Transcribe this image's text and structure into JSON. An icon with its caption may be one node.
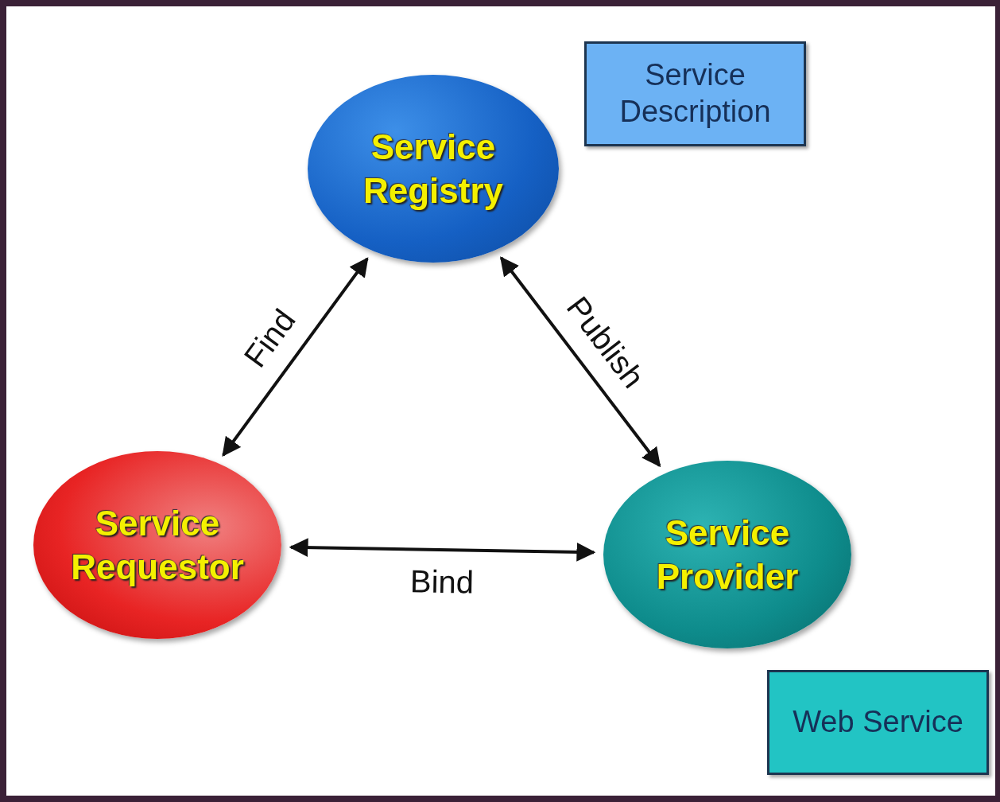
{
  "diagram": {
    "nodes": [
      {
        "text": [
          "Service Registry"
        ]
      },
      {
        "text": [
          "Service Description"
        ]
      },
      {
        "text": [
          "Service Requestor"
        ]
      },
      {
        "text": [
          "Service Provider"
        ]
      },
      {
        "text": [
          "Web Service"
        ]
      }
    ],
    "edges": [
      {
        "from": 2,
        "to": 0,
        "arrow": "both",
        "label": "Find"
      },
      {
        "from": 0,
        "to": 3,
        "arrow": "both",
        "label": "Publish"
      },
      {
        "from": 2,
        "to": 3,
        "arrow": "both",
        "label": "Bind"
      }
    ]
  }
}
